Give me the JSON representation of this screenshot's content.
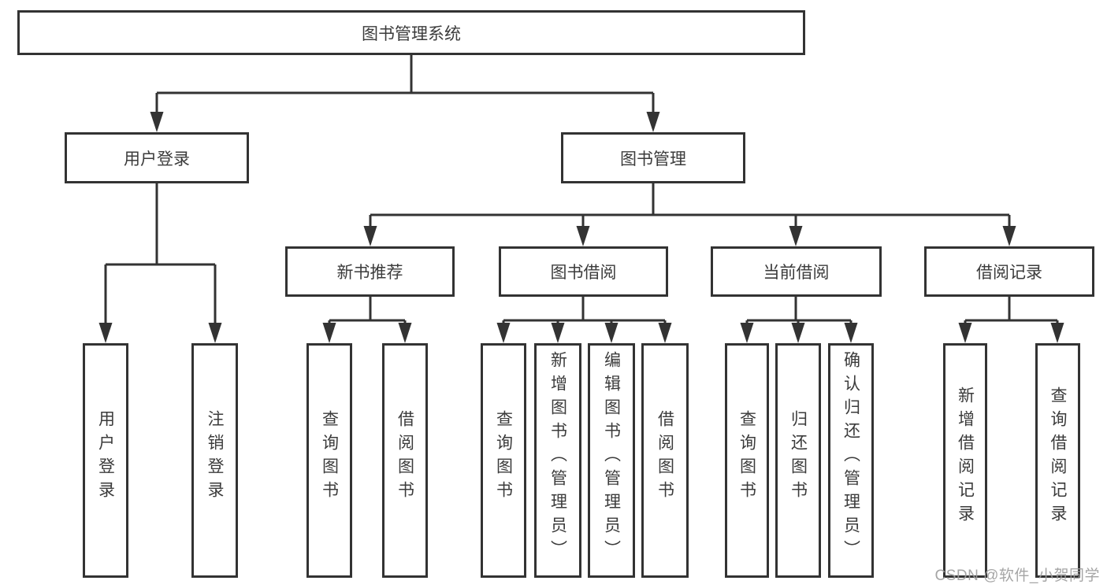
{
  "colors": {
    "line": "#333333",
    "text": "#3b3b3b",
    "background": "#ffffff",
    "watermark": "#9e9e9e"
  },
  "tree": {
    "root": {
      "label": "图书管理系统",
      "children": [
        {
          "label": "用户登录",
          "children": [
            {
              "label": "用户登录"
            },
            {
              "label": "注销登录"
            }
          ]
        },
        {
          "label": "图书管理",
          "children": [
            {
              "label": "新书推荐",
              "children": [
                {
                  "label": "查询图书"
                },
                {
                  "label": "借阅图书"
                }
              ]
            },
            {
              "label": "图书借阅",
              "children": [
                {
                  "label": "查询图书"
                },
                {
                  "label": "新增图书（管理员）"
                },
                {
                  "label": "编辑图书（管理员）"
                },
                {
                  "label": "借阅图书"
                }
              ]
            },
            {
              "label": "当前借阅",
              "children": [
                {
                  "label": "查询图书"
                },
                {
                  "label": "归还图书"
                },
                {
                  "label": "确认归还（管理员）"
                }
              ]
            },
            {
              "label": "借阅记录",
              "children": [
                {
                  "label": "新增借阅记录"
                },
                {
                  "label": "查询借阅记录"
                }
              ]
            }
          ]
        }
      ]
    }
  },
  "watermark": {
    "text": "CSDN @软件_小贺同学"
  }
}
